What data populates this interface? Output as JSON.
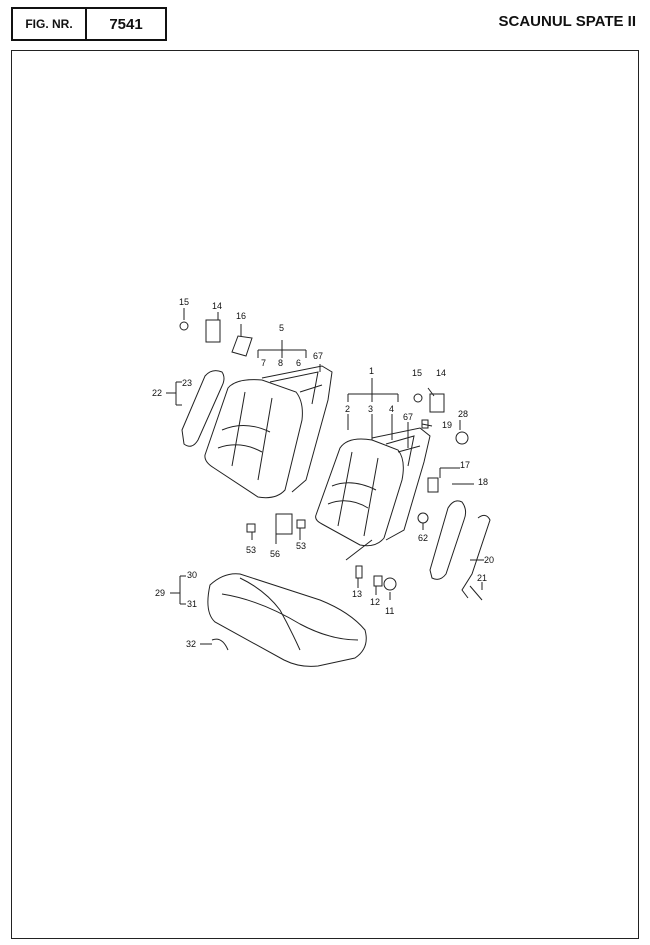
{
  "header": {
    "fig_label": "FIG. NR.",
    "fig_number": "7541",
    "title": "SCAUNUL SPATE II"
  },
  "labels": {
    "l1": "1",
    "l2": "2",
    "l3": "3",
    "l4": "4",
    "l5": "5",
    "l6": "6",
    "l7": "7",
    "l8": "8",
    "l11": "11",
    "l12": "12",
    "l13": "13",
    "l14a": "14",
    "l14b": "14",
    "l15a": "15",
    "l15b": "15",
    "l16": "16",
    "l17": "17",
    "l18": "18",
    "l19": "19",
    "l20": "20",
    "l21": "21",
    "l22": "22",
    "l23": "23",
    "l28": "28",
    "l29": "29",
    "l30": "30",
    "l31": "31",
    "l32": "32",
    "l53a": "53",
    "l53b": "53",
    "l56": "56",
    "l62": "62",
    "l67a": "67",
    "l67b": "67"
  }
}
